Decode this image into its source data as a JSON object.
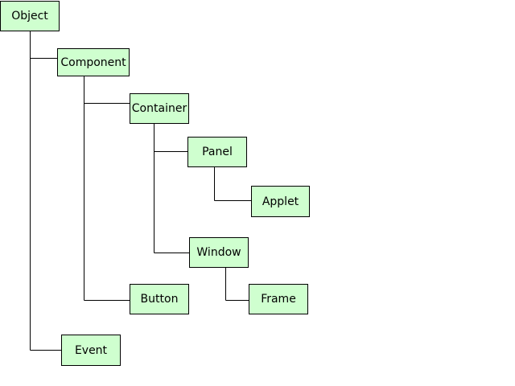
{
  "diagram": {
    "nodes": {
      "object": "Object",
      "component": "Component",
      "container": "Container",
      "panel": "Panel",
      "applet": "Applet",
      "window": "Window",
      "frame": "Frame",
      "button": "Button",
      "event": "Event"
    },
    "edges": [
      [
        "object",
        "component"
      ],
      [
        "object",
        "event"
      ],
      [
        "component",
        "container"
      ],
      [
        "component",
        "button"
      ],
      [
        "container",
        "panel"
      ],
      [
        "container",
        "window"
      ],
      [
        "panel",
        "applet"
      ],
      [
        "window",
        "frame"
      ]
    ],
    "colors": {
      "node_fill": "#cfffcf",
      "node_border": "#000000",
      "line": "#000000"
    }
  }
}
